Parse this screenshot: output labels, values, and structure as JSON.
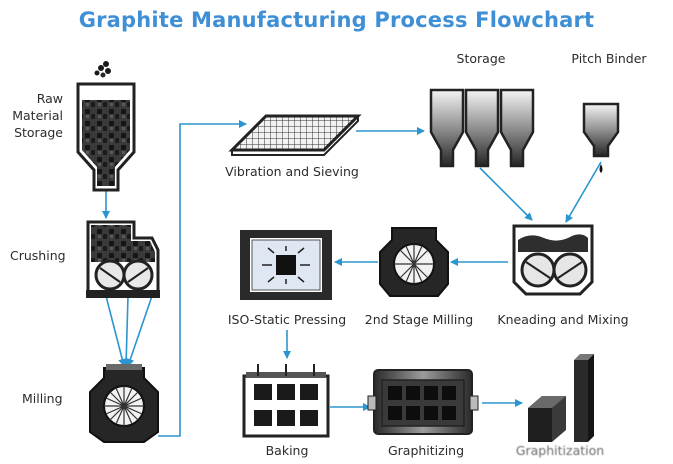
{
  "title": "Graphite Manufacturing Process Flowchart",
  "colors": {
    "title": "#3f8fd6",
    "arrow": "#2b95cf",
    "equipment": "#2a2a2a"
  },
  "steps": {
    "raw": [
      "Raw",
      "Material",
      "Storage"
    ],
    "crushing": "Crushing",
    "milling": "Milling",
    "sieving": "Vibration and Sieving",
    "storage": "Storage",
    "binder": "Pitch Binder",
    "kneading": "Kneading and Mixing",
    "milling2": "2nd Stage Milling",
    "pressing": "ISO-Static Pressing",
    "baking": "Baking",
    "graphitizing": "Graphitizing",
    "final": "Graphitization"
  }
}
